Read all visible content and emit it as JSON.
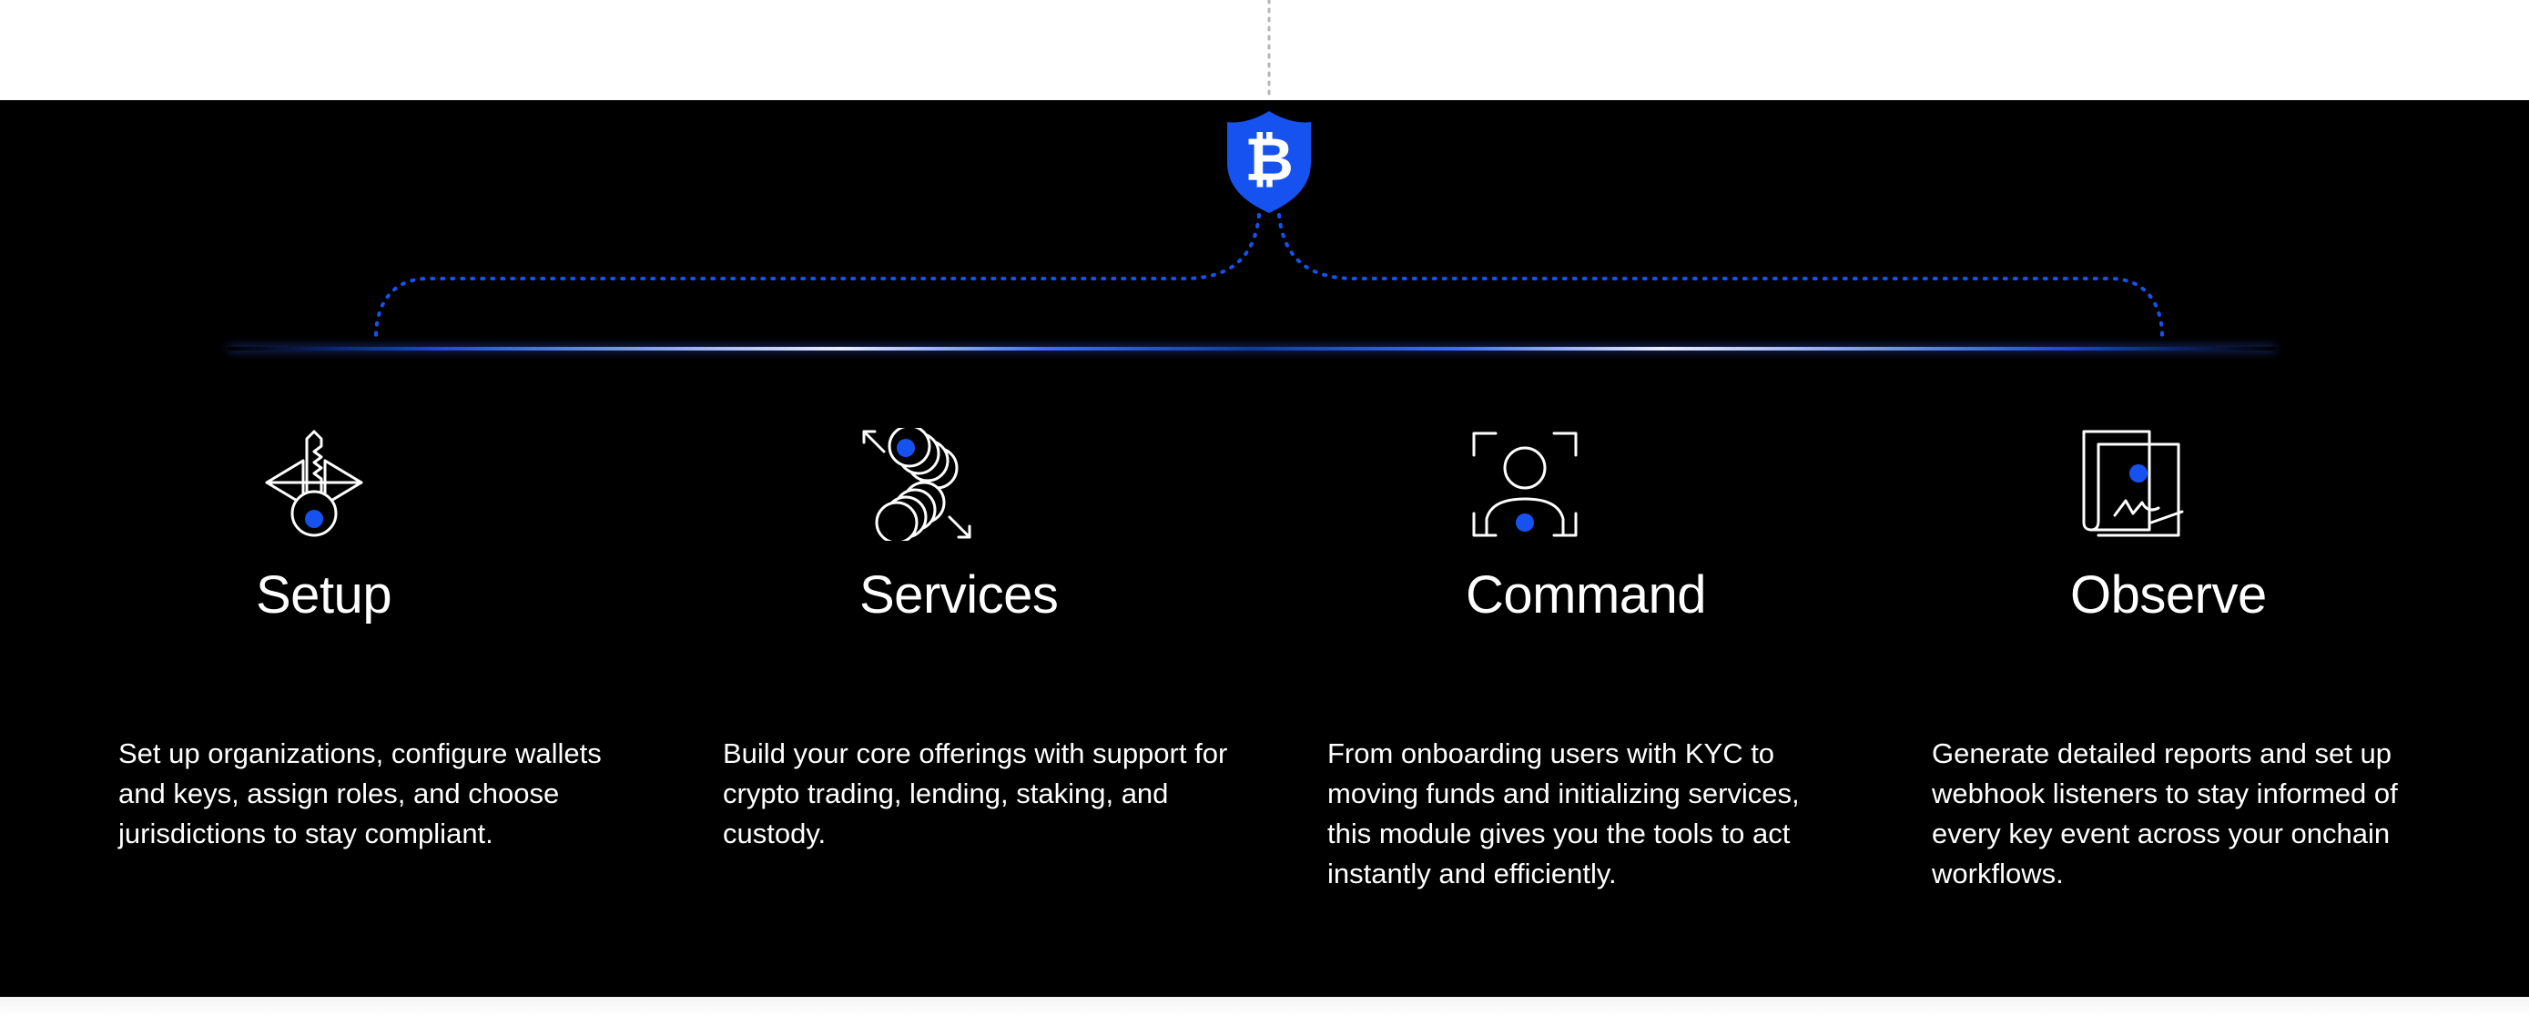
{
  "colors": {
    "accent": "#1652F0",
    "panel_background": "#000000",
    "text": "#FFFFFF"
  },
  "badge": {
    "icon": "bitcoin-shield-icon",
    "symbol": "₿"
  },
  "columns": [
    {
      "icon": "key-icon",
      "title": "Setup",
      "description": "Set up organizations, configure wallets and keys, assign roles, and choose jurisdictions to stay compliant."
    },
    {
      "icon": "coins-exchange-icon",
      "title": "Services",
      "description": "Build your core offerings with support for crypto trading, lending, staking, and custody."
    },
    {
      "icon": "user-scan-icon",
      "title": "Command",
      "description": "From onboarding users with KYC to moving funds and initializing services, this module gives you the tools to act instantly and efficiently."
    },
    {
      "icon": "documents-report-icon",
      "title": "Observe",
      "description": "Generate detailed reports and set up webhook listeners to stay informed of every key event across your onchain workflows."
    }
  ]
}
